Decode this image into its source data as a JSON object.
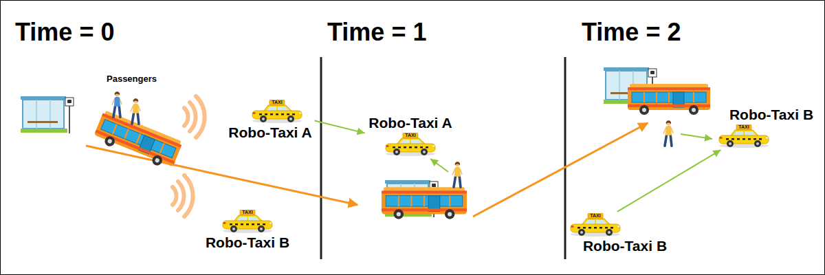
{
  "diagram": {
    "nodes": [
      {
        "text": [
          "TAXI",
          "Robo-Taxi A"
        ]
      },
      {
        "text": [
          "TAXI",
          "Robo-Taxi B"
        ]
      },
      {
        "text": [
          "Robo-Taxi A",
          "TAXI"
        ]
      },
      {
        "text": [
          "Robo-Taxi B",
          "TAXI"
        ]
      },
      {
        "text": [
          "TAXI",
          "Robo-Taxi B"
        ]
      }
    ],
    "edges": [
      {
        "from": 0,
        "to": 2,
        "arrow": "to"
      },
      {
        "from": 4,
        "to": 3,
        "arrow": "to"
      }
    ],
    "labels": [
      "Time = 0",
      "Time = 1",
      "Time = 2",
      "Passengers"
    ]
  }
}
